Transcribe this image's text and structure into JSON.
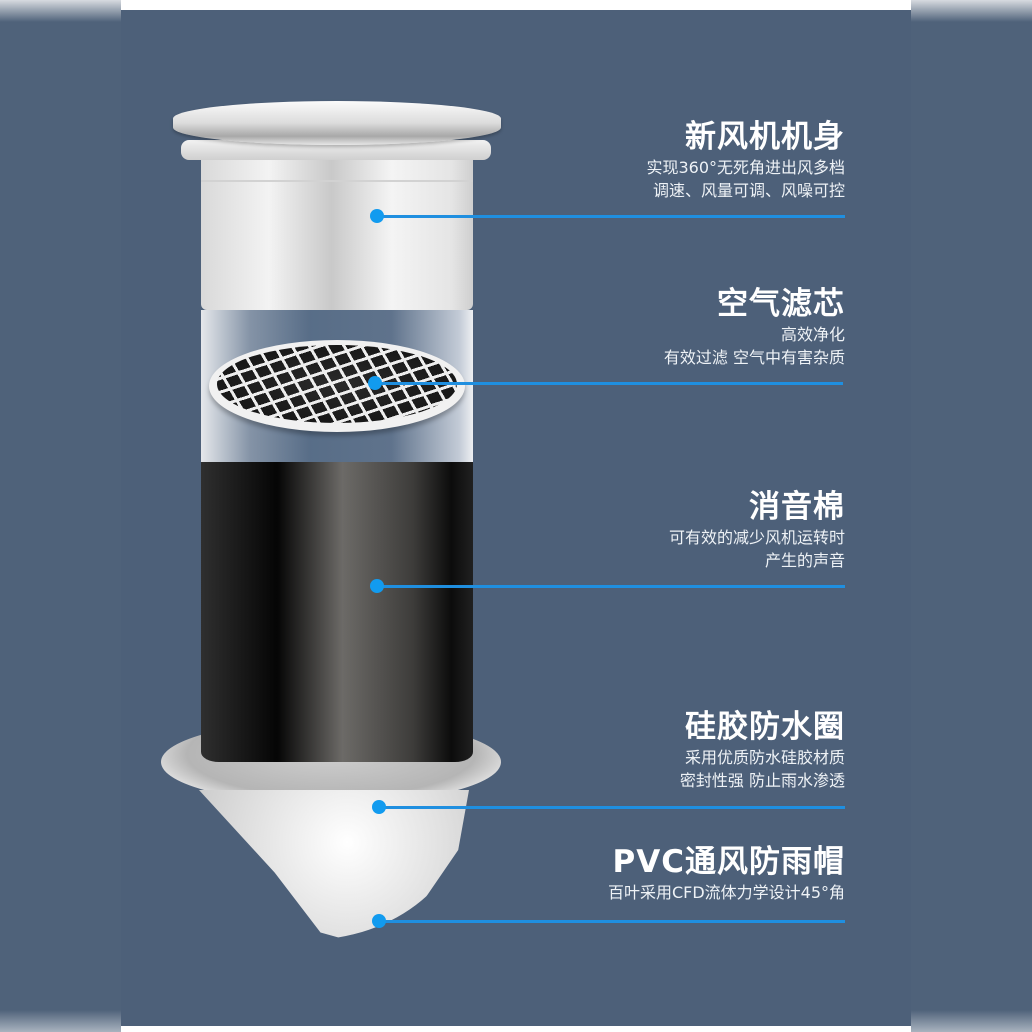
{
  "colors": {
    "background": "#4d6079",
    "accent_dot": "#129bef",
    "accent_line": "#1f8fe0",
    "text": "#ffffff"
  },
  "product": {
    "parts": [
      {
        "id": "body",
        "title": "新风机机身",
        "desc": [
          "实现360°无死角进出风多档",
          "调速、风量可调、风噪可控"
        ]
      },
      {
        "id": "filter",
        "title": "空气滤芯",
        "desc": [
          "高效净化",
          "有效过滤 空气中有害杂质"
        ]
      },
      {
        "id": "foam",
        "title": "消音棉",
        "desc": [
          "可有效的减少风机运转时",
          "产生的声音"
        ]
      },
      {
        "id": "seal",
        "title": "硅胶防水圈",
        "desc": [
          "采用优质防水硅胶材质",
          "密封性强 防止雨水渗透"
        ]
      },
      {
        "id": "rain-cap",
        "title": "PVC通风防雨帽",
        "desc": [
          "百叶采用CFD流体力学设计45°角"
        ]
      }
    ]
  }
}
